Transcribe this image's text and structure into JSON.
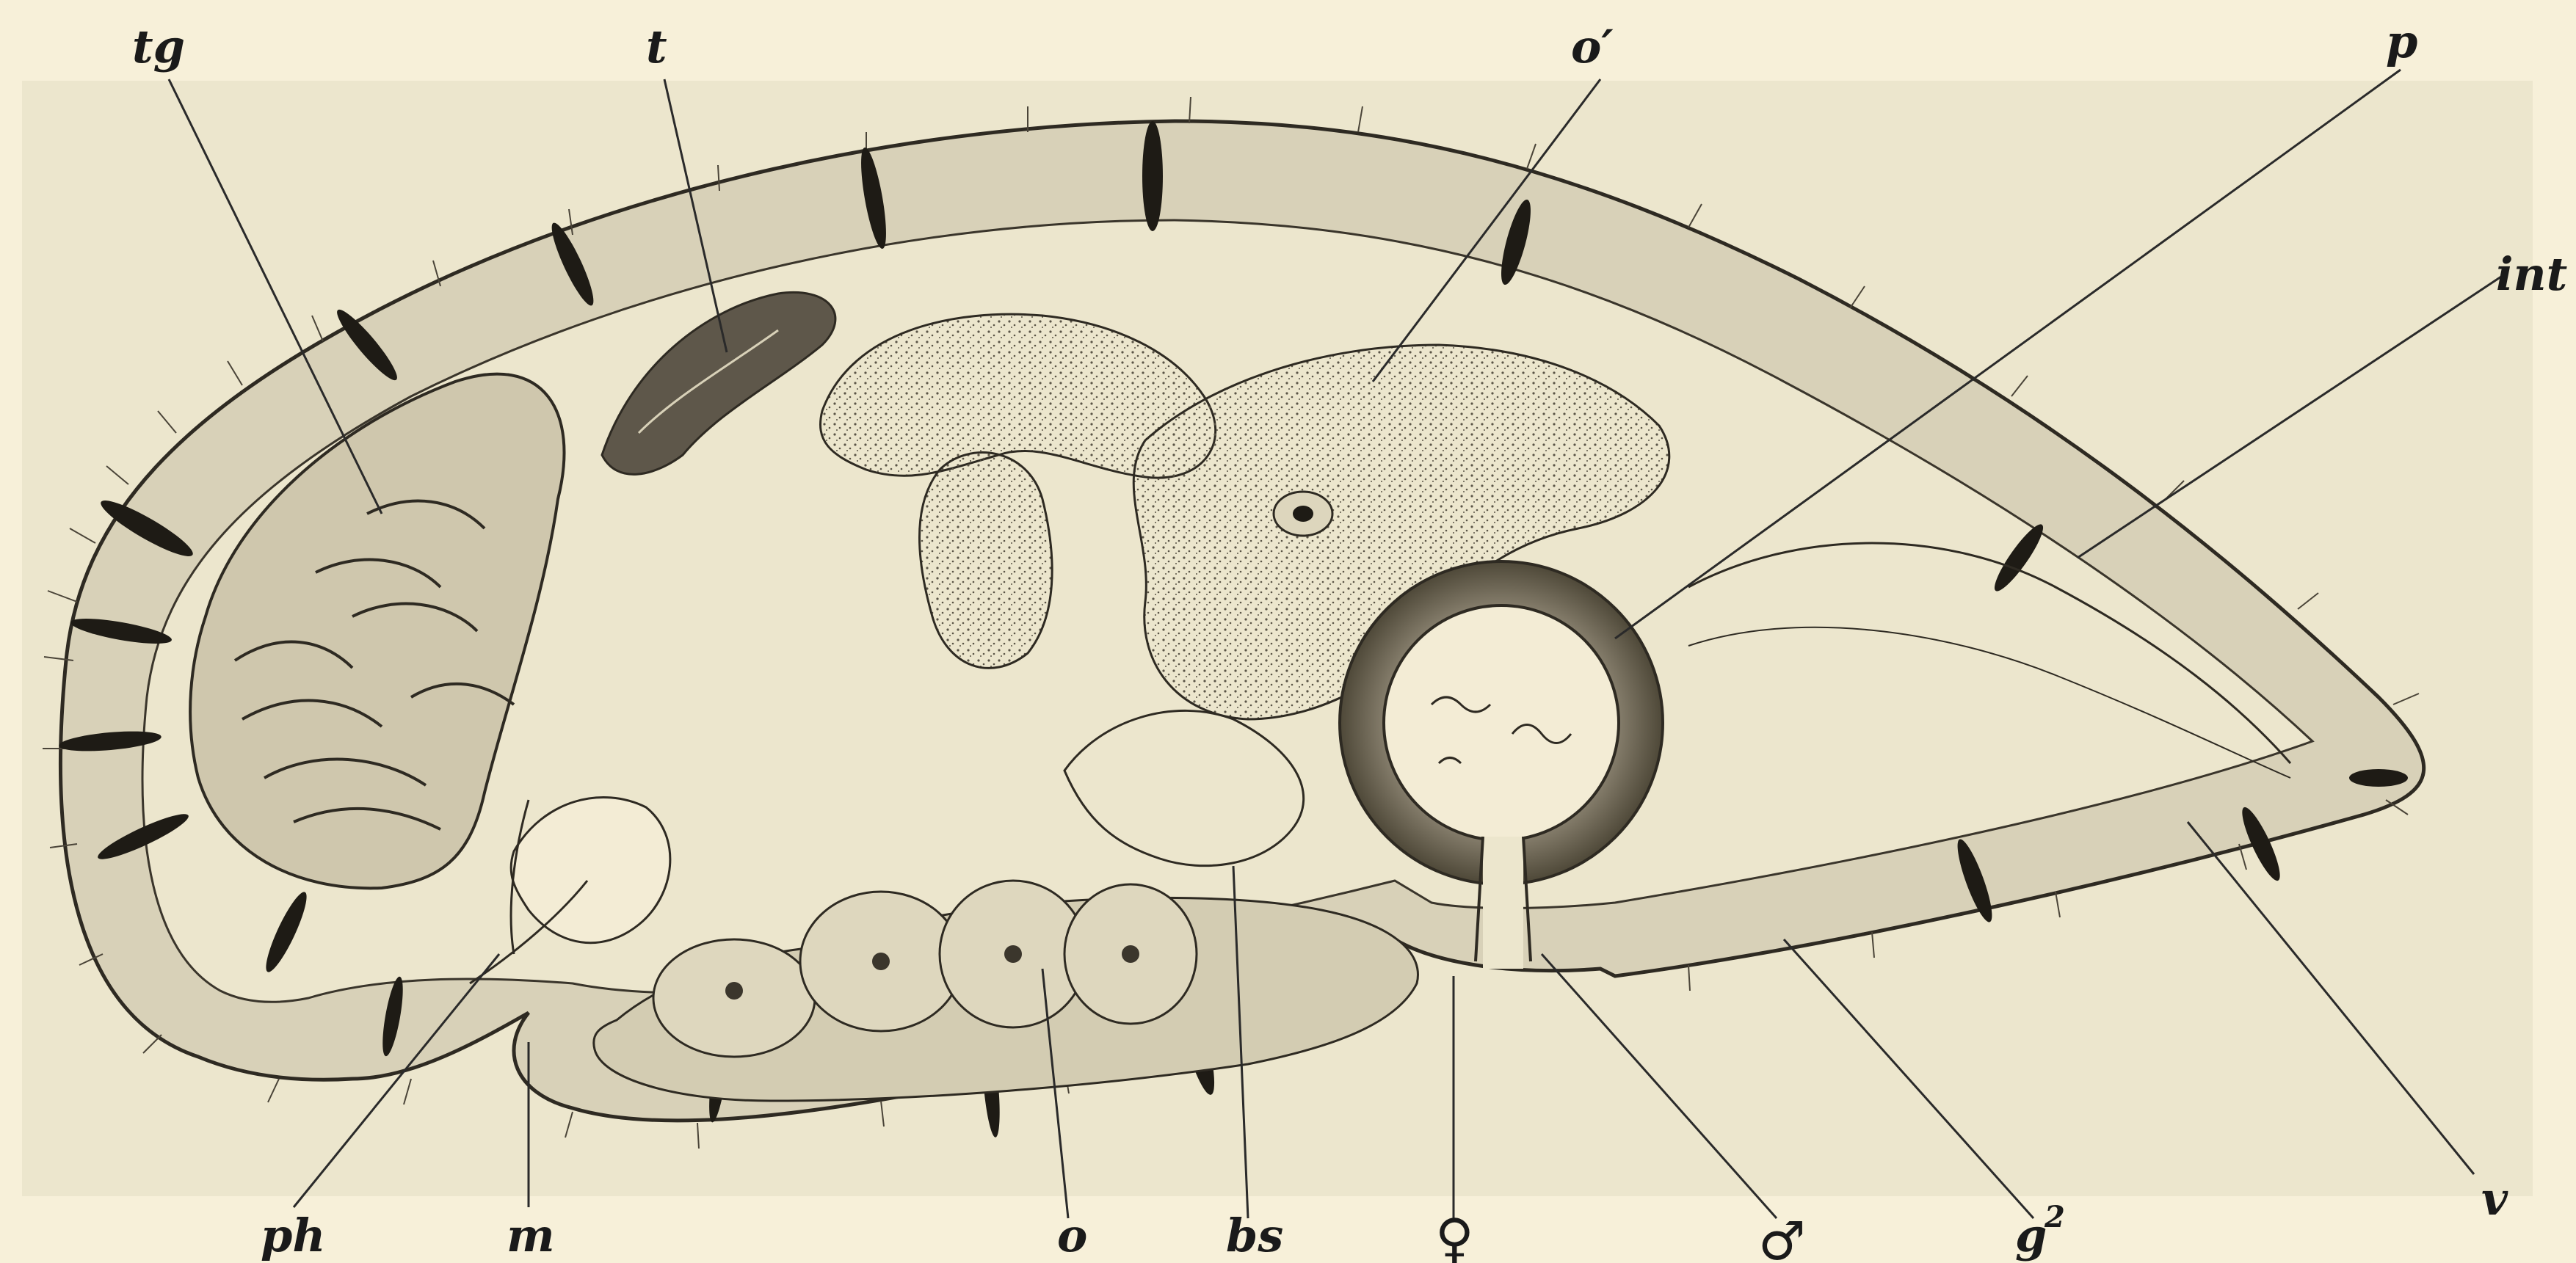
{
  "figure": {
    "labels": {
      "tg": "tg",
      "t": "t",
      "o_prime": "o′",
      "p": "p",
      "int": "int",
      "v": "v",
      "ph": "ph",
      "m": "m",
      "o": "o",
      "bs": "bs",
      "female": "♀",
      "male": "♂",
      "g2_base": "g",
      "g2_sup": "2"
    },
    "colors": {
      "paper": "#f7f0d9",
      "ink": "#2e2a22",
      "body_fill": "#e9e3cc",
      "wall_shade": "#bdb59e",
      "dark_tissue": "#6e675a"
    }
  }
}
